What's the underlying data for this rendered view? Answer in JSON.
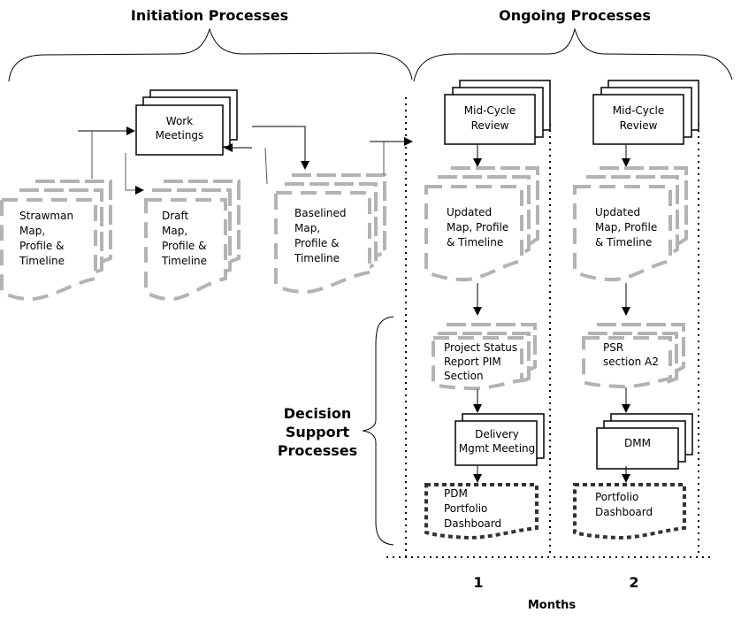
{
  "headers": {
    "initiation": "Initiation  Processes",
    "ongoing": "Ongoing  Processes",
    "decision": [
      "Decision",
      "Support",
      "Processes"
    ]
  },
  "initiation": {
    "work_meetings": [
      "Work",
      "Meetings"
    ],
    "strawman": [
      "Strawman",
      "Map,",
      "Profile &",
      "Timeline"
    ],
    "draft": [
      "Draft",
      "Map,",
      "Profile &",
      "Timeline"
    ],
    "baselined": [
      "Baselined",
      "Map,",
      "Profile &",
      "Timeline"
    ]
  },
  "months": [
    {
      "number": "1",
      "review": [
        "Mid-Cycle",
        "Review"
      ],
      "updated": [
        "Updated",
        "Map, Profile",
        "& Timeline"
      ],
      "status_report": [
        "Project Status",
        "Report PIM",
        "Section"
      ],
      "meeting": [
        "Delivery",
        "Mgmt Meeting"
      ],
      "dashboard": [
        "PDM",
        "Portfolio",
        "Dashboard"
      ]
    },
    {
      "number": "2",
      "review": [
        "Mid-Cycle",
        "Review"
      ],
      "updated": [
        "Updated",
        "Map, Profile",
        "& Timeline"
      ],
      "status_report": [
        "PSR",
        "section A2"
      ],
      "meeting": [
        "DMM"
      ],
      "dashboard": [
        "Portfolio",
        "Dashboard"
      ]
    }
  ],
  "axis": {
    "label": "Months"
  }
}
